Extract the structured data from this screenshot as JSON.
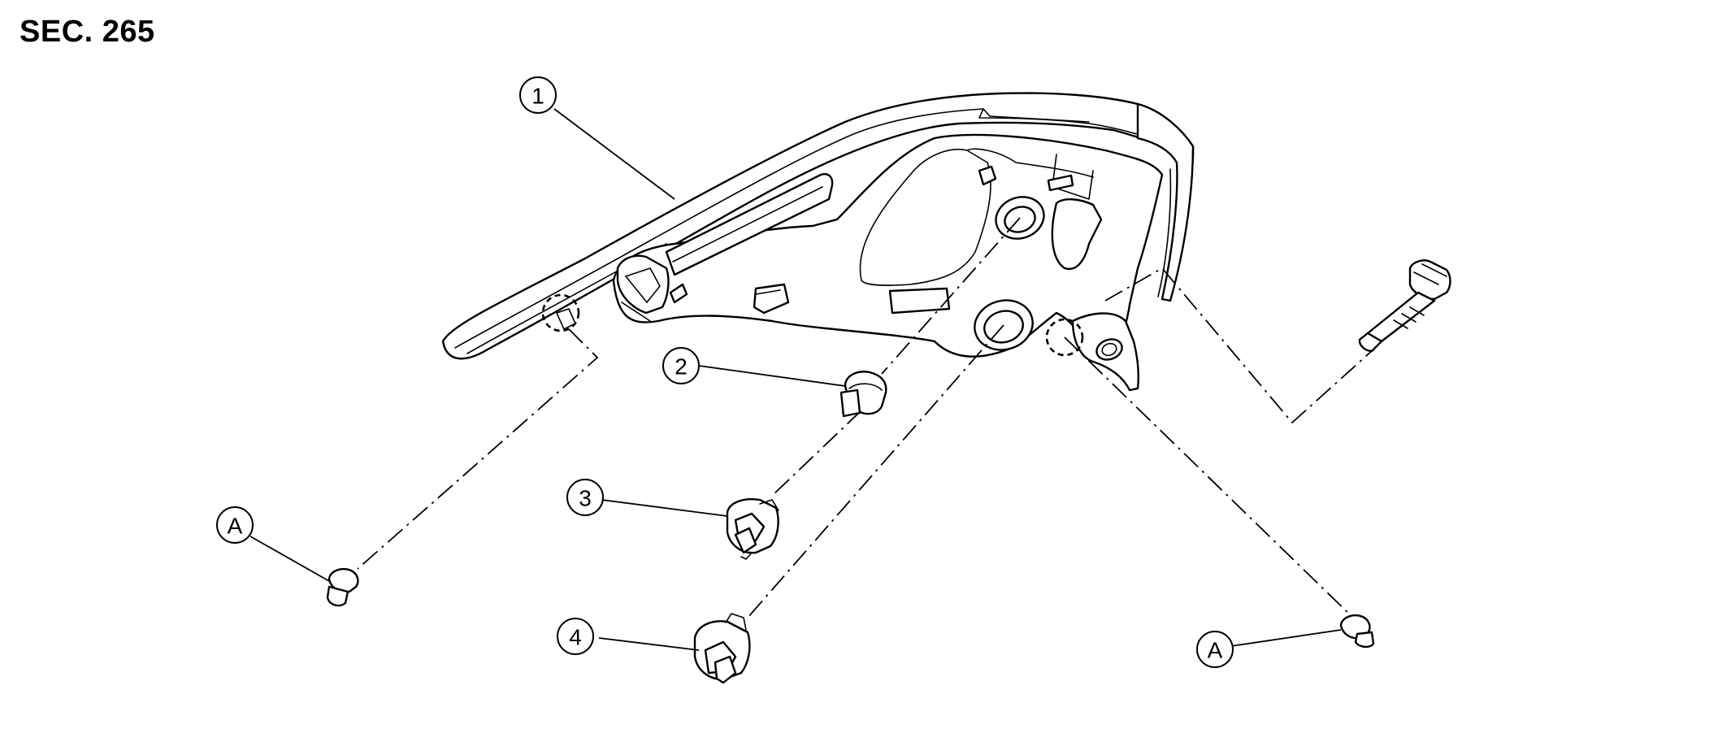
{
  "section_label": "SEC. 265",
  "callouts": [
    {
      "id": "1",
      "label": "1"
    },
    {
      "id": "2",
      "label": "2"
    },
    {
      "id": "3",
      "label": "3"
    },
    {
      "id": "4",
      "label": "4"
    },
    {
      "id": "A-left",
      "label": "A"
    },
    {
      "id": "A-right",
      "label": "A"
    }
  ],
  "colors": {
    "line": "#000000",
    "background": "#ffffff"
  }
}
